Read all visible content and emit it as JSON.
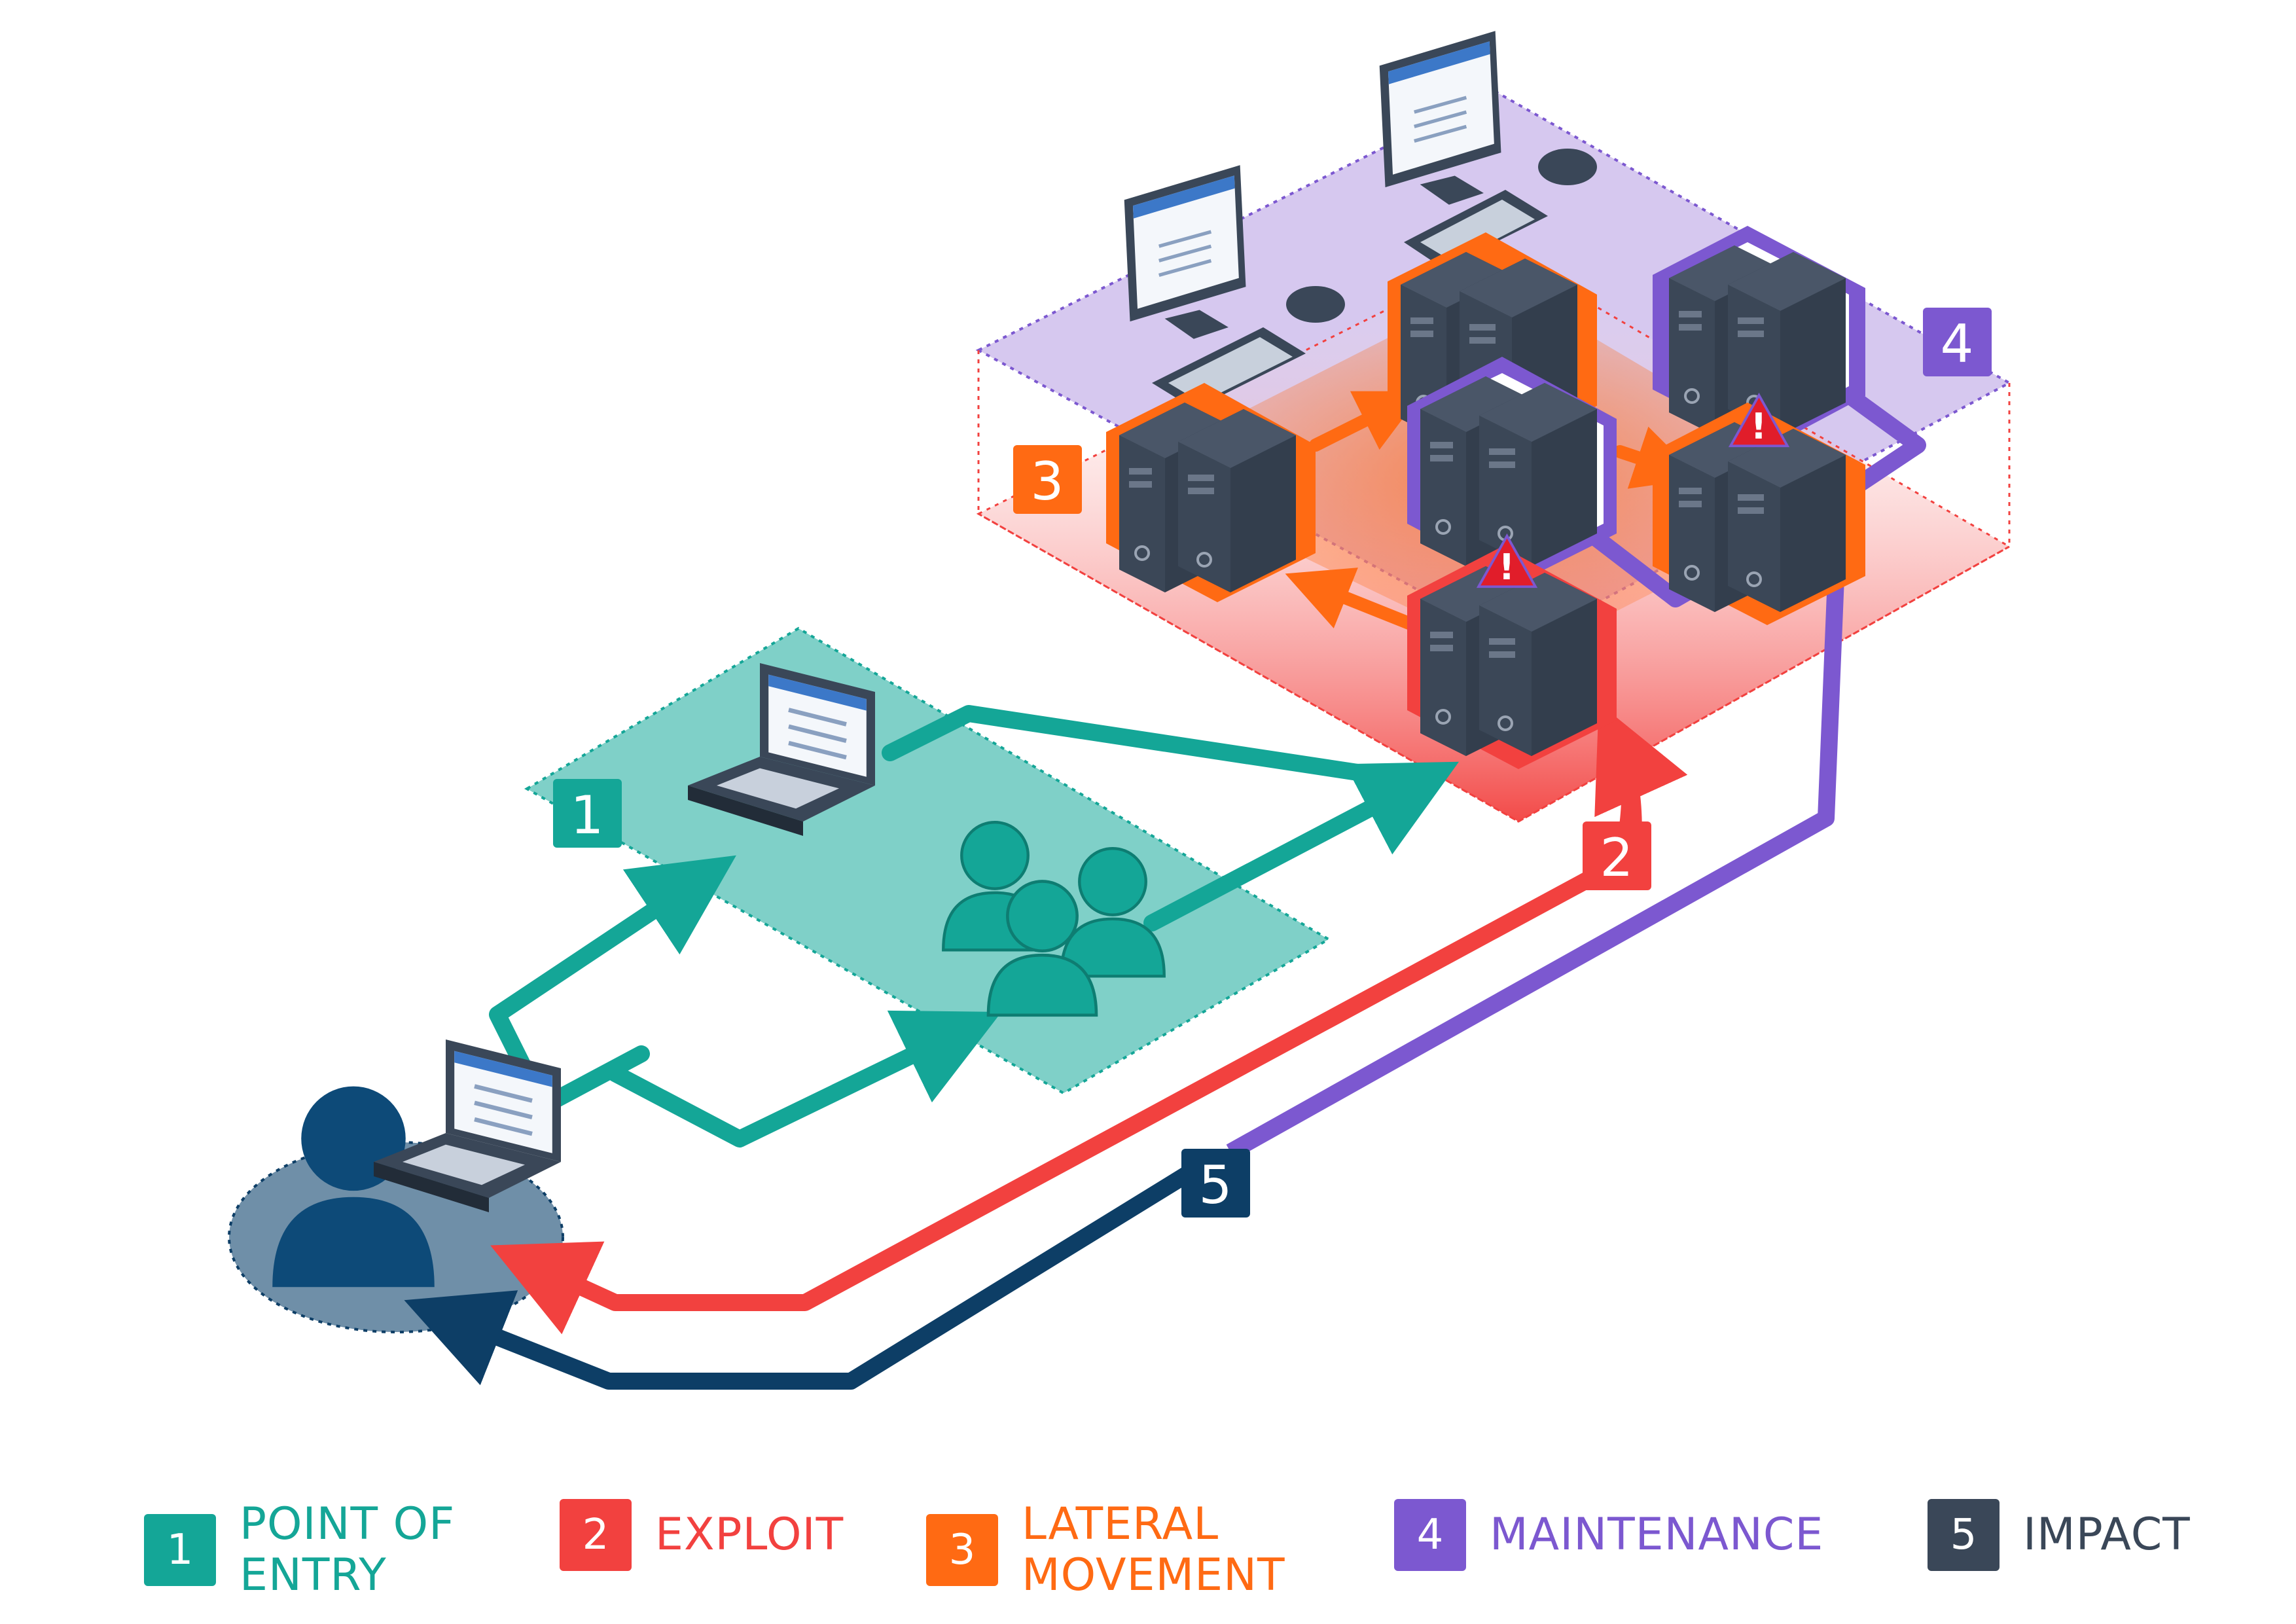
{
  "colors": {
    "teal": "#14a697",
    "teal_light": "#7fd0c8",
    "red": "#f2413f",
    "orange": "#ff6a13",
    "purple": "#7c58d0",
    "purple_light": "#d6c8ef",
    "navy": "#0d3e66",
    "dark": "#3a4758",
    "server": "#333e4d"
  },
  "badges": {
    "stage1": "1",
    "stage2": "2",
    "stage3": "3",
    "stage4": "4",
    "stage5": "5"
  },
  "icons": {
    "warning_mark": "!"
  },
  "legend": [
    {
      "number": "1",
      "label": "POINT OF\nENTRY",
      "color": "#14a697"
    },
    {
      "number": "2",
      "label": "EXPLOIT",
      "color": "#f2413f"
    },
    {
      "number": "3",
      "label": "LATERAL\nMOVEMENT",
      "color": "#ff6a13"
    },
    {
      "number": "4",
      "label": "MAINTENANCE",
      "color": "#7c58d0"
    },
    {
      "number": "5",
      "label": "IMPACT",
      "color": "#3a4758"
    }
  ]
}
